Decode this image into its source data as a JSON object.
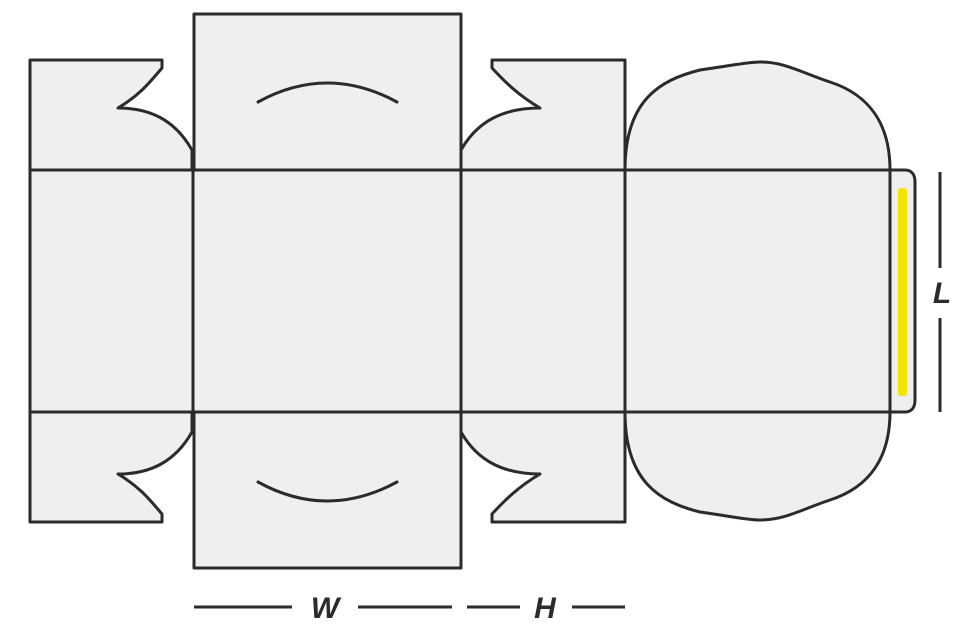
{
  "diagram": {
    "labels": {
      "width": "W",
      "height": "H",
      "length": "L"
    },
    "colors": {
      "panel_fill": "#efefef",
      "line": "#2b2b2b",
      "glue_strip": "#f2e600"
    }
  }
}
